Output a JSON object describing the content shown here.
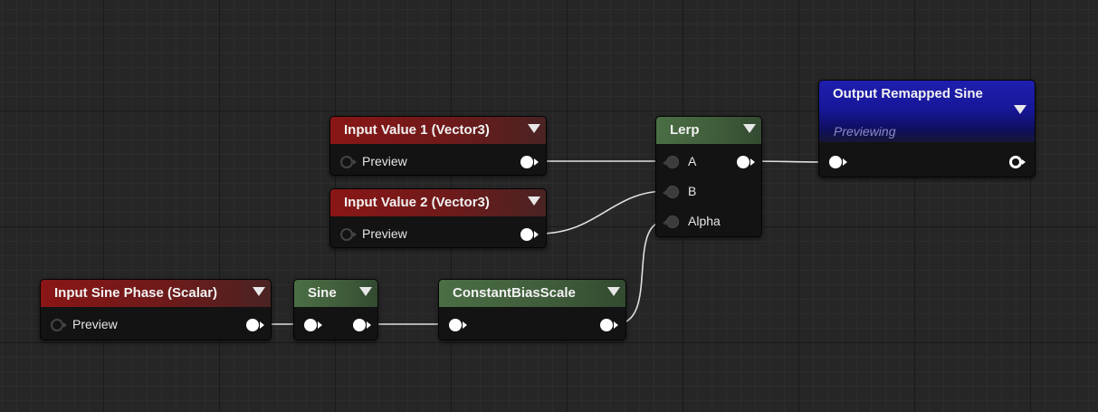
{
  "graph": {
    "nodes": {
      "input_value_1": {
        "title": "Input Value 1 (Vector3)",
        "preview_label": "Preview"
      },
      "input_value_2": {
        "title": "Input Value 2 (Vector3)",
        "preview_label": "Preview"
      },
      "input_sine_phase": {
        "title": "Input Sine Phase (Scalar)",
        "preview_label": "Preview"
      },
      "sine": {
        "title": "Sine"
      },
      "constant_bias_scale": {
        "title": "ConstantBiasScale"
      },
      "lerp": {
        "title": "Lerp",
        "pins": {
          "a": "A",
          "b": "B",
          "alpha": "Alpha"
        }
      },
      "output": {
        "title": "Output Remapped Sine",
        "status": "Previewing"
      }
    }
  },
  "colors": {
    "input_header": "#8a1616",
    "function_header": "#4b6e45",
    "output_header": "#1f1fae",
    "wire": "#e0e0e0",
    "background": "#262626"
  },
  "icons": [
    "chevron-down-icon",
    "input-pin-icon",
    "output-pin-icon",
    "preview-pin-icon",
    "preview-output-pin-icon"
  ]
}
